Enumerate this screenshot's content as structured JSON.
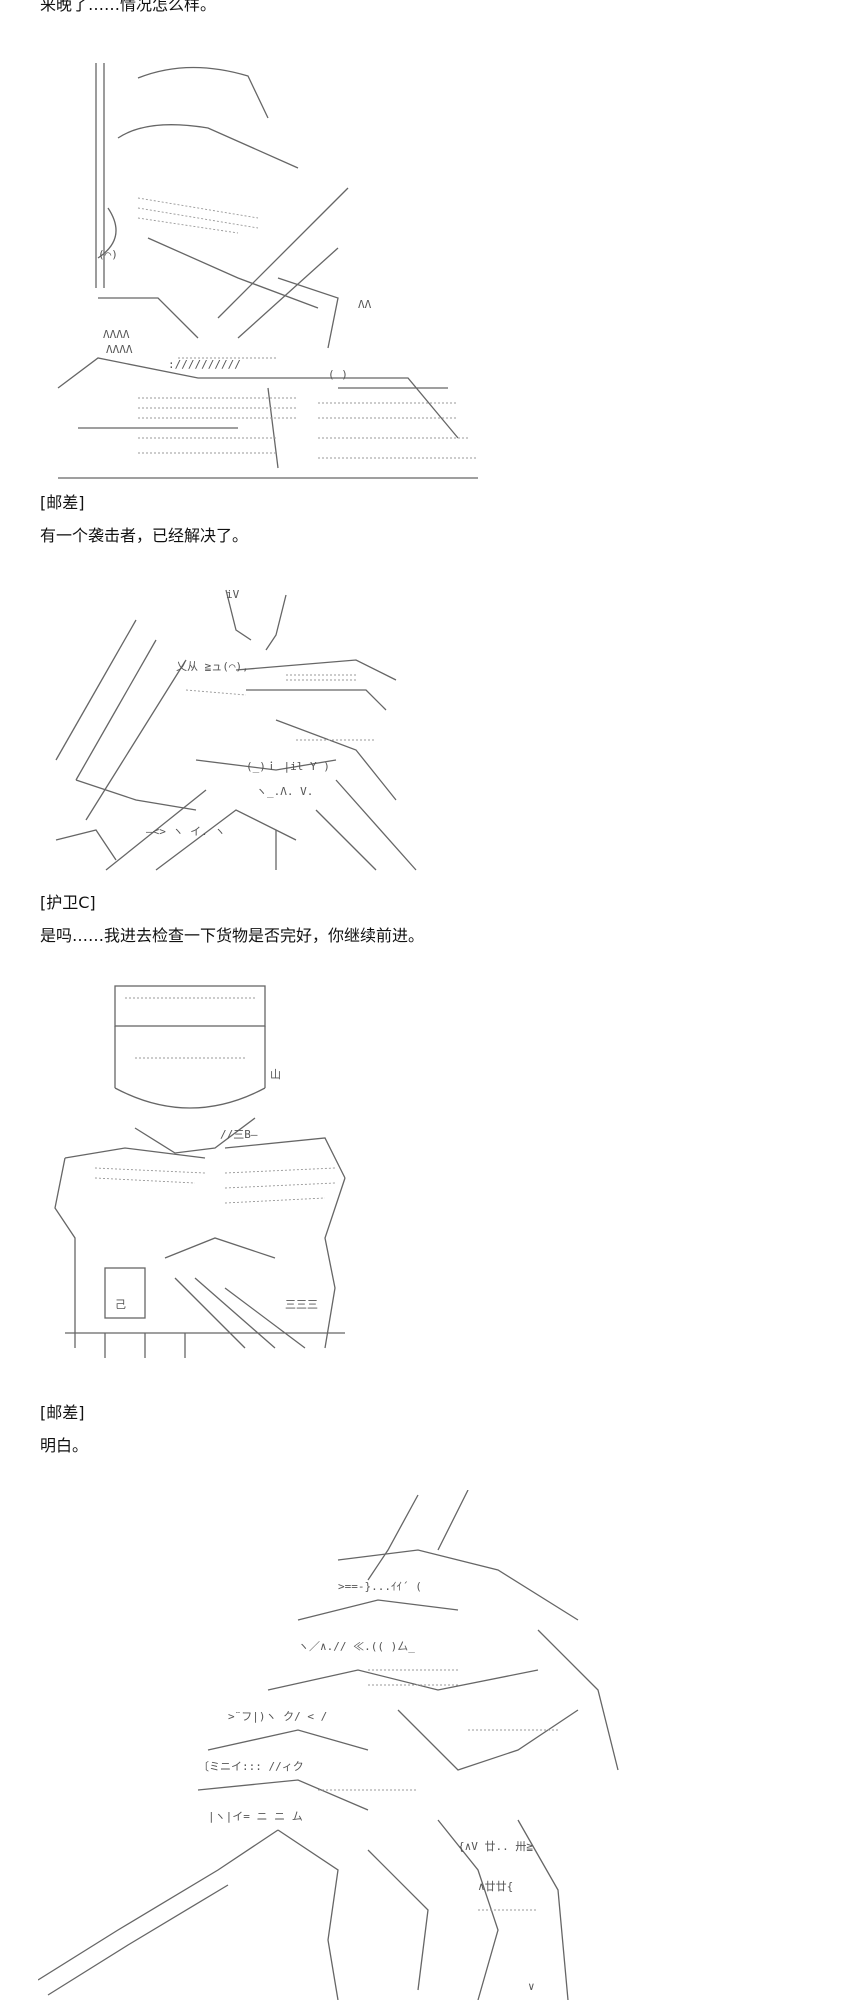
{
  "lines": [
    "来晚了……情况怎么样。",
    "[邮差]",
    "有一个袭击者，已经解决了。",
    "[护卫C]",
    "是吗……我进去检查一下货物是否完好，你继续前进。",
    "[邮差]",
    "明白。"
  ],
  "art": {
    "figure1": "ascii-art-character-with-visor",
    "figure2": "ascii-art-armored-figure-spikes",
    "figure3": "ascii-art-soldier-helmet",
    "figure4": "ascii-art-mecha-with-sword"
  },
  "colors": {
    "text": "#111111",
    "art": "#555555",
    "background": "#ffffff"
  }
}
